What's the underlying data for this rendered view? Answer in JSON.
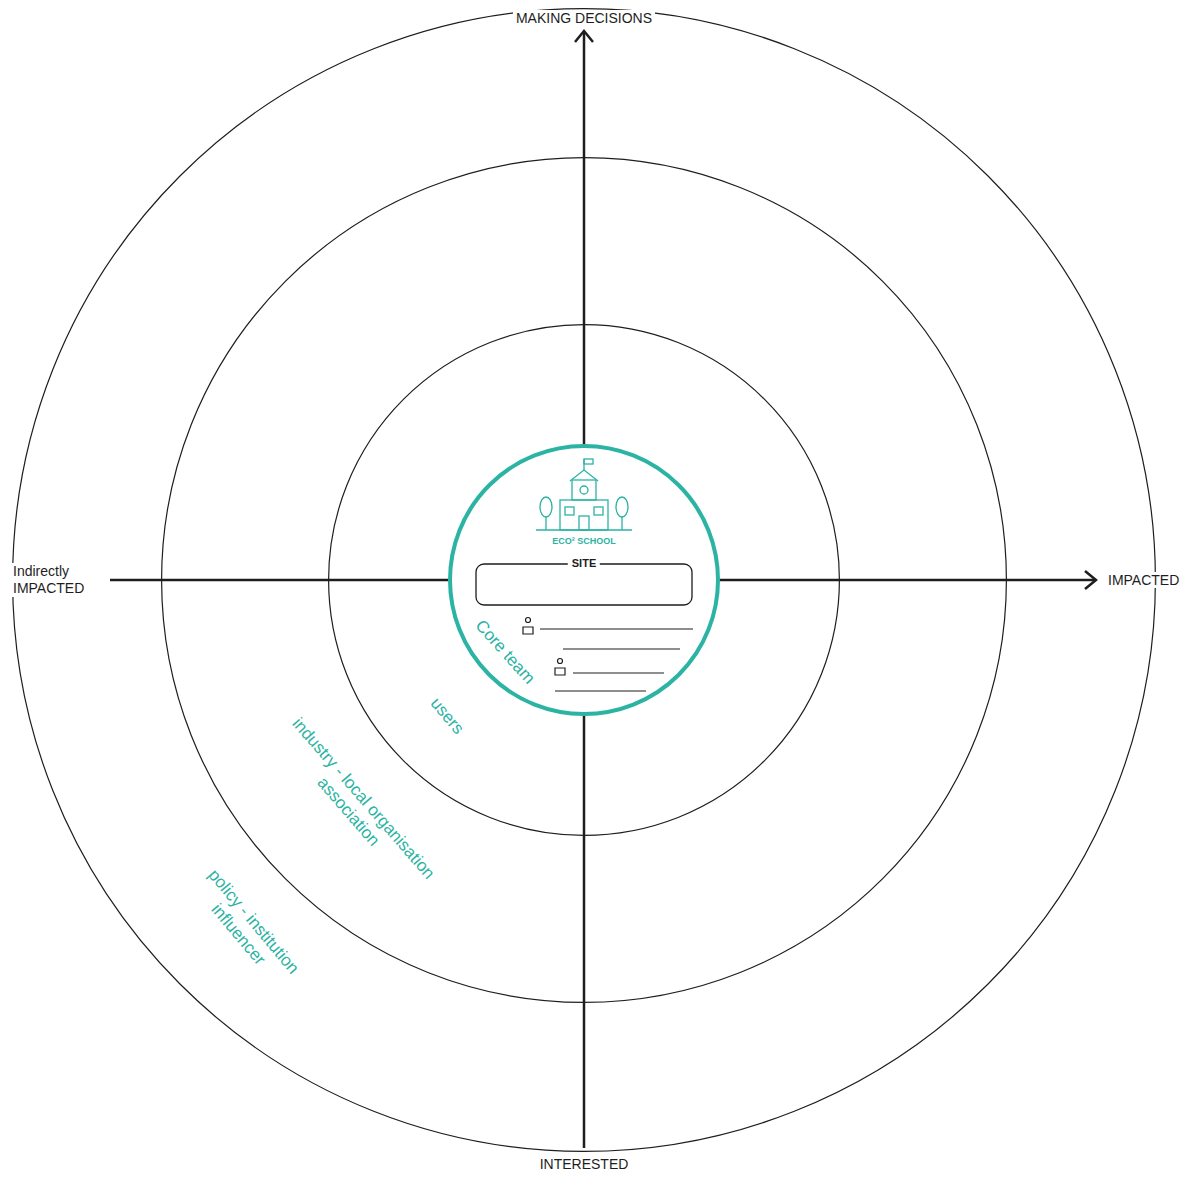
{
  "diagram": {
    "nodes": [
      {
        "text": [
          "policy - institution influencer"
        ]
      },
      {
        "text": [
          "industry - local organisation association"
        ],
        "in": 0
      },
      {
        "text": [
          "users"
        ],
        "in": 1
      },
      {
        "text": [
          "ECO² SCHOOL",
          "SITE",
          "Core team"
        ],
        "in": 2
      }
    ],
    "labels": [
      "MAKING DECISIONS",
      "IMPACTED",
      "Indirectly IMPACTED",
      "INTERESTED"
    ]
  }
}
